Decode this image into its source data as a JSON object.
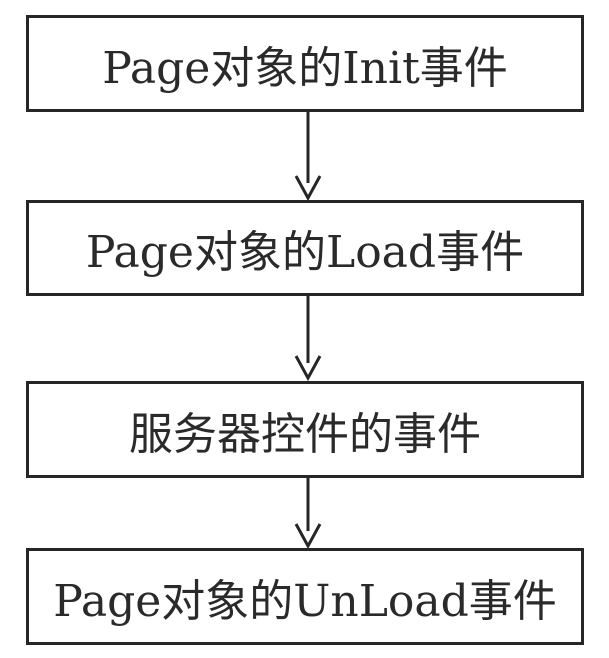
{
  "diagram": {
    "steps": [
      {
        "label": "Page对象的Init事件"
      },
      {
        "label": "Page对象的Load事件"
      },
      {
        "label": "服务器控件的事件"
      },
      {
        "label": "Page对象的UnLoad事件"
      }
    ],
    "colors": {
      "line": "#262626",
      "text": "#2a2a2a",
      "background": "#ffffff"
    }
  }
}
